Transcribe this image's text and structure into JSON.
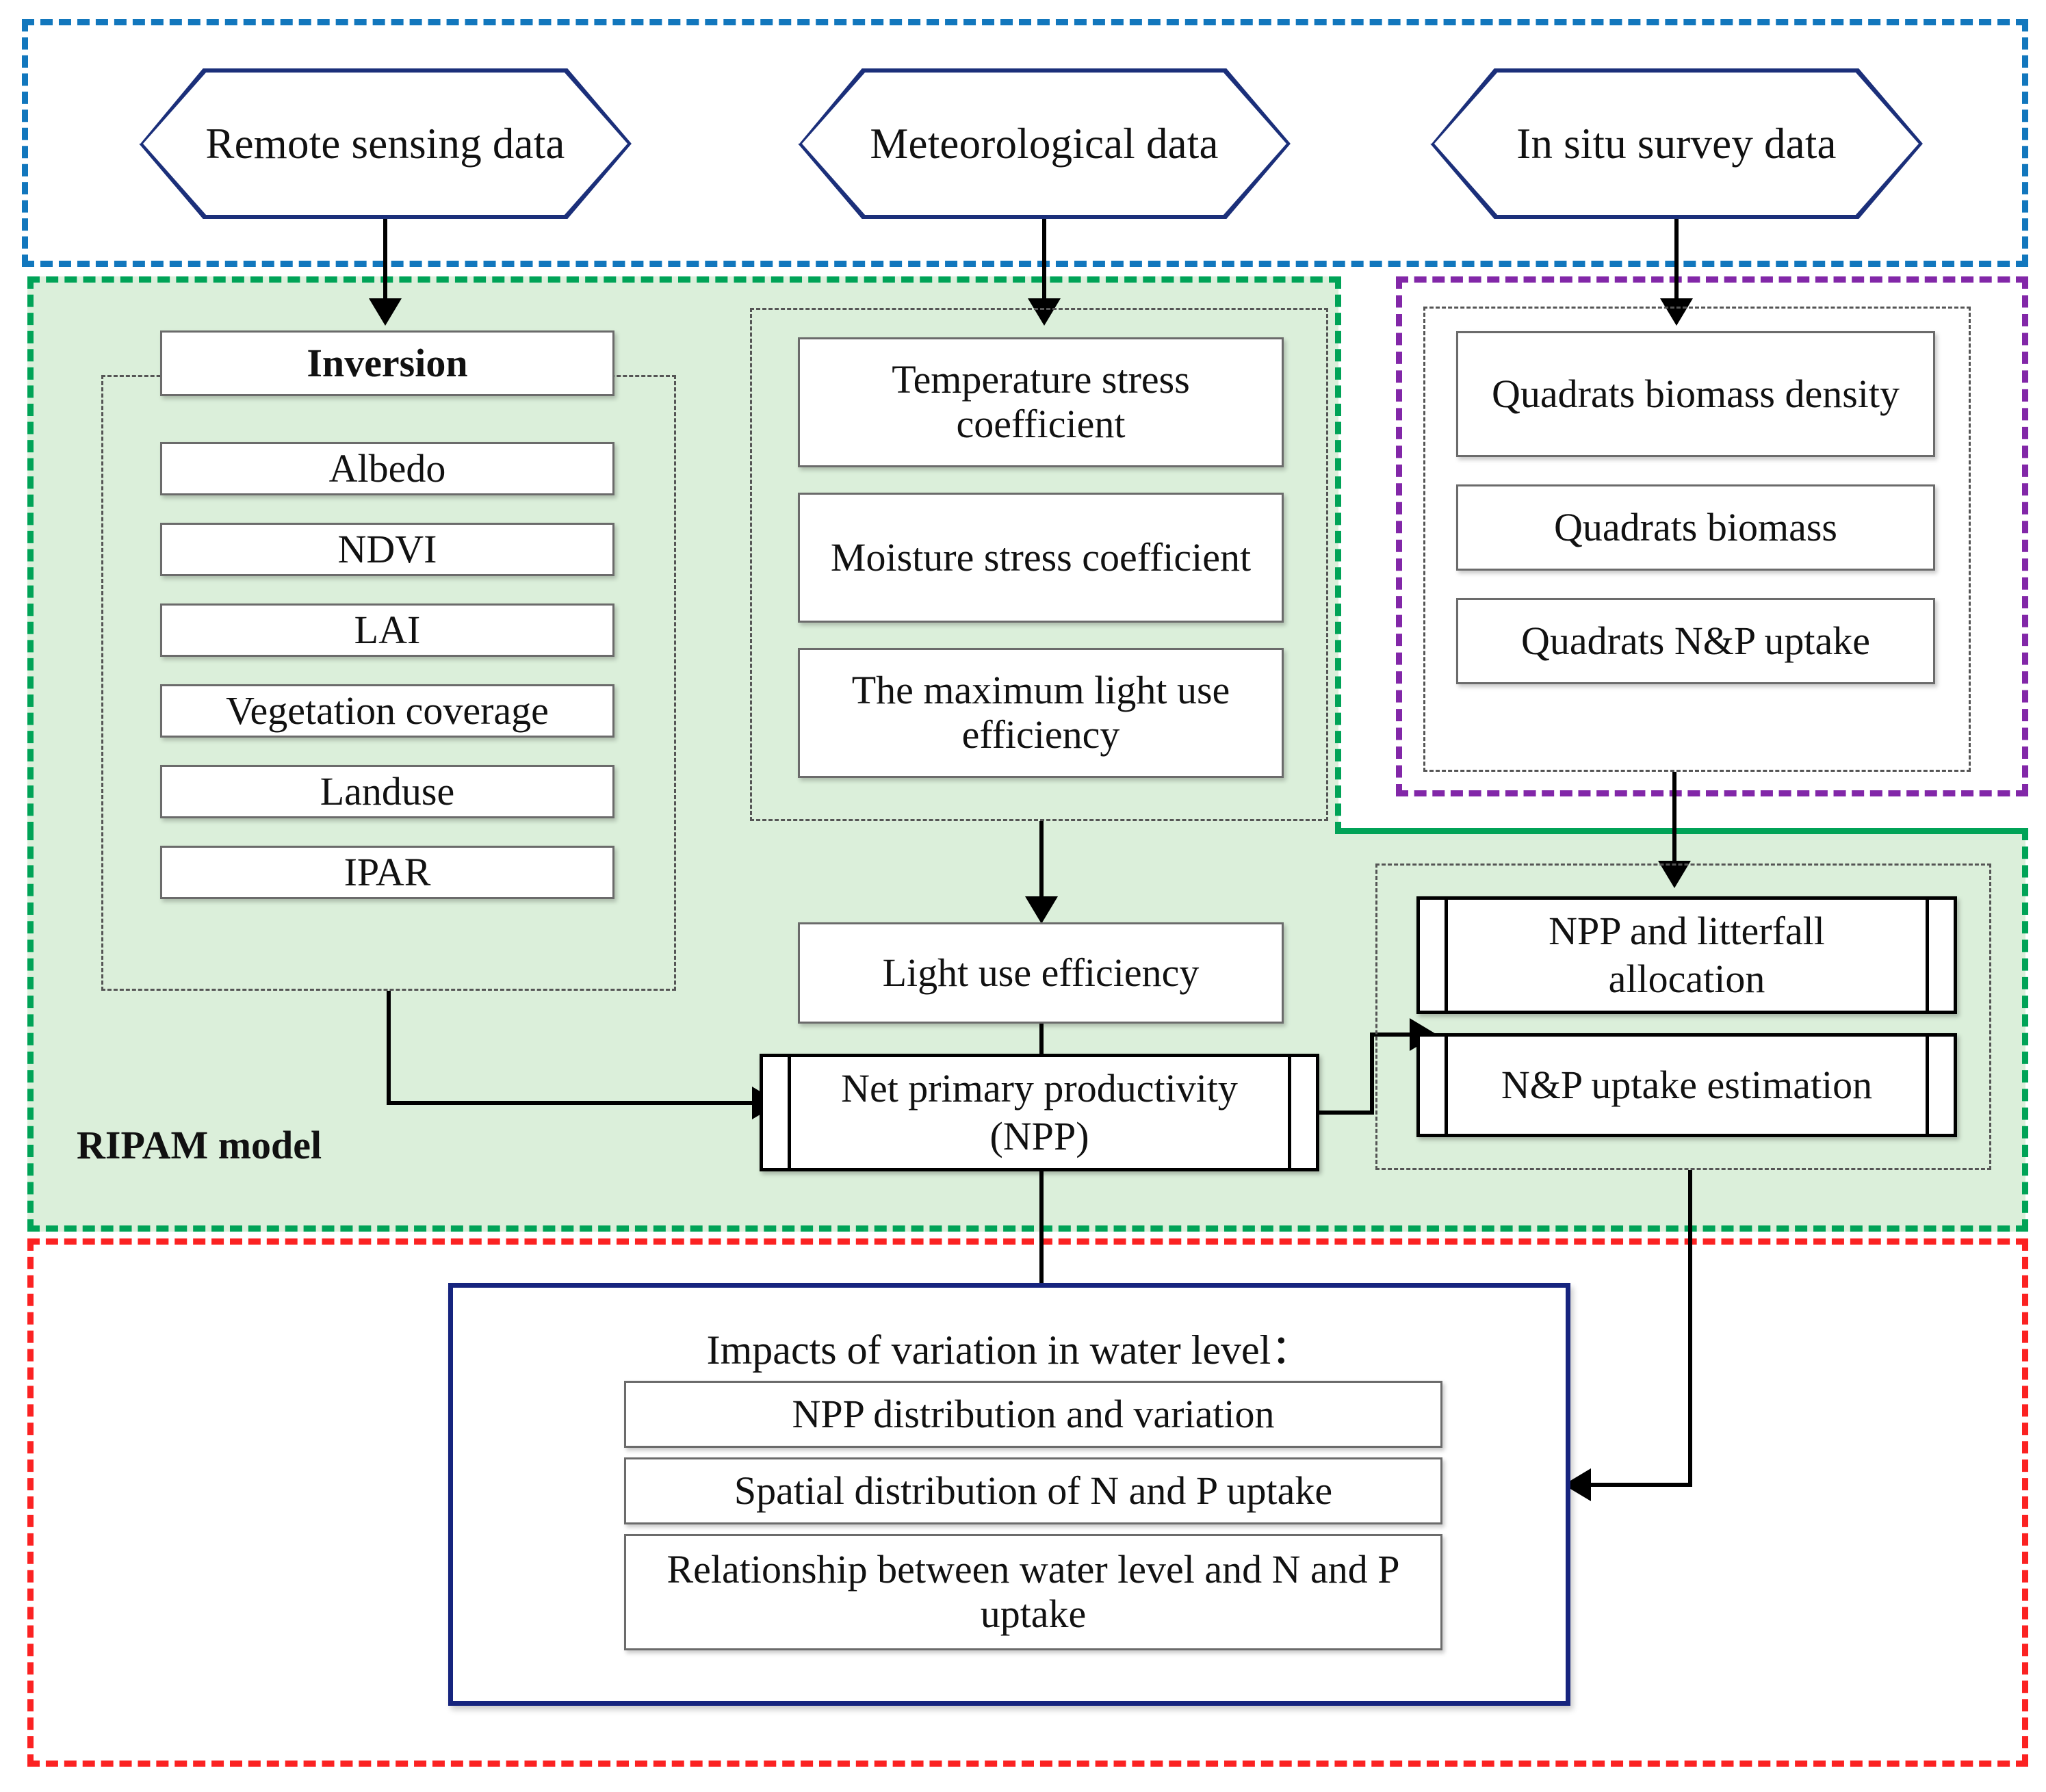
{
  "diagram": {
    "title_label": "RIPAM model",
    "colors": {
      "data_region_border": "#1277bd",
      "model_region_border": "#00a357",
      "model_region_fill": "#dbefda",
      "survey_region_border": "#8227a8",
      "output_region_border": "#fb2222",
      "node_border": "#6b6b6b",
      "hexagon_border": "#1b2f7a",
      "output_box_border": "#16247e",
      "arrow": "#000000"
    },
    "inputs": [
      {
        "label": "Remote sensing data"
      },
      {
        "label": "Meteorological data"
      },
      {
        "label": "In situ survey data"
      }
    ],
    "inversion": {
      "header": "Inversion",
      "items": [
        "Albedo",
        "NDVI",
        "LAI",
        "Vegetation coverage",
        "Landuse",
        "IPAR"
      ]
    },
    "meteorology": {
      "items": [
        "Temperature stress coefficient",
        "Moisture stress coefficient",
        "The maximum light use efficiency"
      ],
      "derived": "Light use efficiency"
    },
    "survey": {
      "items": [
        "Quadrats biomass density",
        "Quadrats biomass",
        "Quadrats N&P uptake"
      ]
    },
    "core": {
      "npp": "Net primary productivity (NPP)"
    },
    "allocation": {
      "items": [
        "NPP and litterfall allocation",
        "N&P uptake estimation"
      ]
    },
    "outputs": {
      "title": "Impacts of variation in water level：",
      "items": [
        "NPP distribution and variation",
        "Spatial distribution of N and P uptake",
        "Relationship between water level and  N and P uptake"
      ]
    }
  }
}
